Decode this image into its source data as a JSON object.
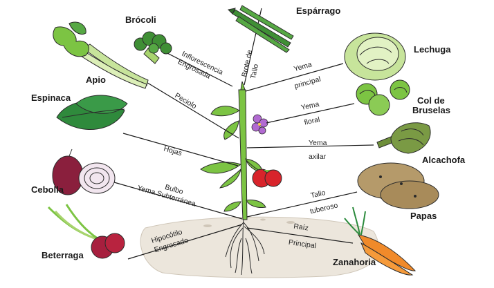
{
  "vegetables": {
    "brocoli": "Brócoli",
    "esparrago": "Espárrago",
    "apio": "Apio",
    "lechuga": "Lechuga",
    "espinaca": "Espinaca",
    "col_de_bruselas": [
      "Col de",
      "Bruselas"
    ],
    "alcachofa": "Alcachofa",
    "cebolla": "Cebolla",
    "papas": "Papas",
    "beterraga": "Beterraga",
    "zanahoria": "Zanahoria"
  },
  "plant_parts": {
    "inflorescencia": [
      "Inflorescencia",
      "Engrosada"
    ],
    "brote": [
      "Brote de",
      "Tallo"
    ],
    "peciolo": "Peciolo",
    "yema_principal": [
      "Yema",
      "principal"
    ],
    "yema_floral": [
      "Yema",
      "floral"
    ],
    "yema_axilar": [
      "Yema",
      "axilar"
    ],
    "hojas": "Hojas",
    "bulbo": [
      "Bulbo",
      "Yema Subterránea"
    ],
    "tallo_tuberoso": [
      "Tallo",
      "tuberoso"
    ],
    "hipocotilo": [
      "Hipocótilo",
      "Engrosado"
    ],
    "raiz_principal": [
      "Raíz",
      "Principal"
    ]
  }
}
